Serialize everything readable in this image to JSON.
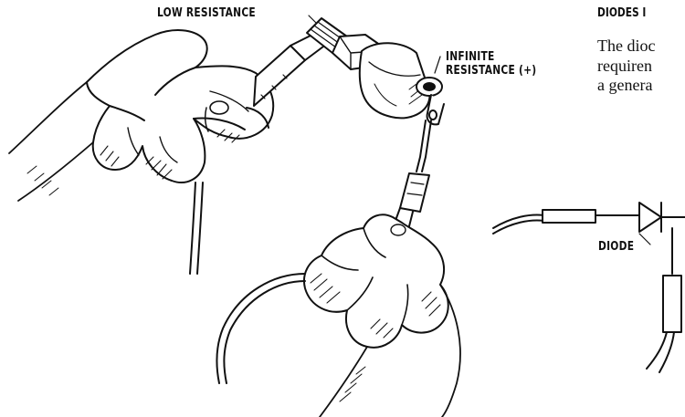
{
  "labels": {
    "low_resistance": "LOW RESISTANCE",
    "infinite_line1": "INFINITE",
    "infinite_line2": "RESISTANCE (+)",
    "diode": "DIODE"
  },
  "side_column": {
    "heading": "DIODES I",
    "lines": [
      "The dioc",
      "requiren",
      "a genera"
    ]
  }
}
